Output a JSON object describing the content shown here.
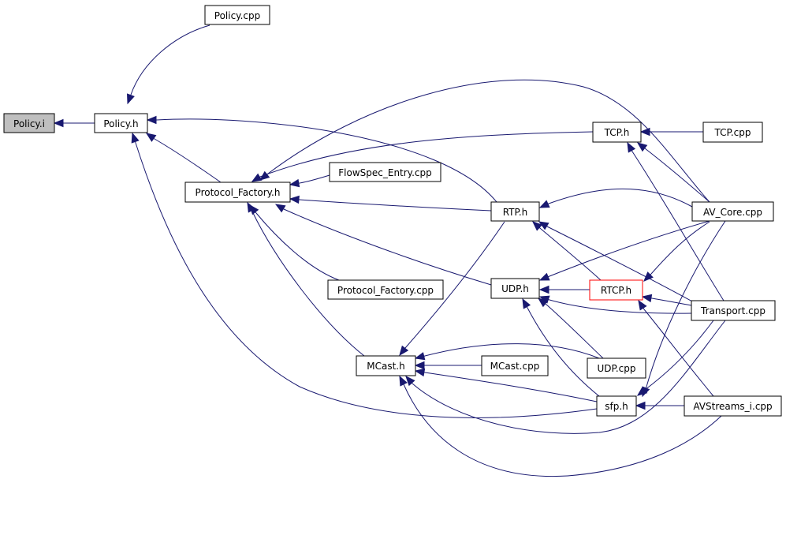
{
  "graph": {
    "colors": {
      "edge": "#191970",
      "node_border": "#000000",
      "node_border_highlight": "#ff0000",
      "root_fill": "#bfbfbf"
    },
    "nodes": {
      "policy_i": "Policy.i",
      "policy_h": "Policy.h",
      "policy_cpp": "Policy.cpp",
      "protocol_factory_h": "Protocol_Factory.h",
      "flowspec_entry_cpp": "FlowSpec_Entry.cpp",
      "protocol_factory_cpp": "Protocol_Factory.cpp",
      "mcast_h": "MCast.h",
      "mcast_cpp": "MCast.cpp",
      "tcp_h": "TCP.h",
      "tcp_cpp": "TCP.cpp",
      "rtp_h": "RTP.h",
      "av_core_cpp": "AV_Core.cpp",
      "udp_h": "UDP.h",
      "rtcp_h": "RTCP.h",
      "transport_cpp": "Transport.cpp",
      "udp_cpp": "UDP.cpp",
      "sfp_h": "sfp.h",
      "avstreams_i_cpp": "AVStreams_i.cpp"
    },
    "edges": [
      [
        "policy_i",
        "policy_h"
      ],
      [
        "policy_h",
        "policy_cpp"
      ],
      [
        "policy_h",
        "protocol_factory_h"
      ],
      [
        "policy_h",
        "rtp_h"
      ],
      [
        "policy_h",
        "sfp_h"
      ],
      [
        "protocol_factory_h",
        "flowspec_entry_cpp"
      ],
      [
        "protocol_factory_h",
        "tcp_h"
      ],
      [
        "protocol_factory_h",
        "av_core_cpp"
      ],
      [
        "protocol_factory_h",
        "rtp_h"
      ],
      [
        "protocol_factory_h",
        "udp_h"
      ],
      [
        "protocol_factory_h",
        "protocol_factory_cpp"
      ],
      [
        "protocol_factory_h",
        "mcast_h"
      ],
      [
        "tcp_h",
        "tcp_cpp"
      ],
      [
        "tcp_h",
        "av_core_cpp"
      ],
      [
        "tcp_h",
        "transport_cpp"
      ],
      [
        "rtp_h",
        "av_core_cpp"
      ],
      [
        "rtp_h",
        "transport_cpp"
      ],
      [
        "rtp_h",
        "rtcp_h"
      ],
      [
        "rtp_h",
        "mcast_h"
      ],
      [
        "udp_h",
        "av_core_cpp"
      ],
      [
        "udp_h",
        "rtcp_h"
      ],
      [
        "udp_h",
        "transport_cpp"
      ],
      [
        "udp_h",
        "udp_cpp"
      ],
      [
        "udp_h",
        "sfp_h"
      ],
      [
        "rtcp_h",
        "av_core_cpp"
      ],
      [
        "rtcp_h",
        "transport_cpp"
      ],
      [
        "rtcp_h",
        "avstreams_i_cpp"
      ],
      [
        "mcast_h",
        "mcast_cpp"
      ],
      [
        "mcast_h",
        "udp_cpp"
      ],
      [
        "mcast_h",
        "sfp_h"
      ],
      [
        "mcast_h",
        "transport_cpp"
      ],
      [
        "mcast_h",
        "avstreams_i_cpp"
      ],
      [
        "sfp_h",
        "avstreams_i_cpp"
      ],
      [
        "sfp_h",
        "av_core_cpp"
      ],
      [
        "sfp_h",
        "transport_cpp"
      ]
    ]
  }
}
